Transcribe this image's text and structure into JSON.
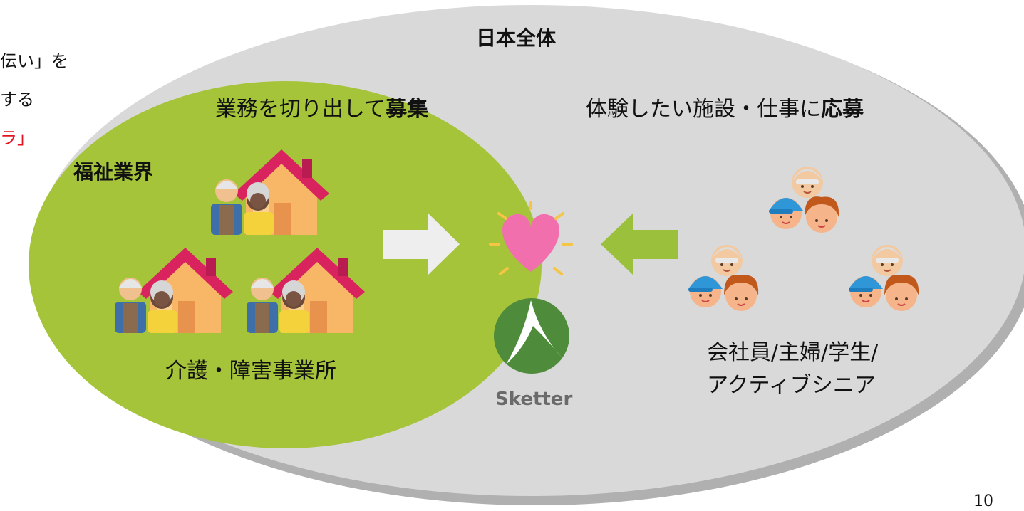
{
  "left_partial_text": {
    "line1": "伝い」を",
    "line2": "する",
    "line3": "ラ」"
  },
  "outer": {
    "label": "日本全体"
  },
  "inner": {
    "label": "福祉業界"
  },
  "captions": {
    "recruit_prefix": "業務を切り出して",
    "recruit_bold": "募集",
    "apply_prefix": "体験したい施設・仕事に",
    "apply_bold": "応募"
  },
  "facilities_label": "介護・障害事業所",
  "people_label_line1": "会社員/主婦/学生/",
  "people_label_line2": "アクティブシニア",
  "logo_text": "Sketter",
  "page_number": "10",
  "colors": {
    "outer_fill": "#d9d9d9",
    "inner_fill": "#a5c43a",
    "heart": "#f26fae",
    "logo": "#4e8b3a",
    "arrow_left": "#eeeeee",
    "arrow_right": "#9bc13c",
    "house_roof": "#d8235f",
    "house_wall": "#f7b766"
  },
  "icons": [
    "house-icon",
    "elderly-couple-icon",
    "heart-icon",
    "sketter-logo-icon",
    "people-group-icon"
  ]
}
